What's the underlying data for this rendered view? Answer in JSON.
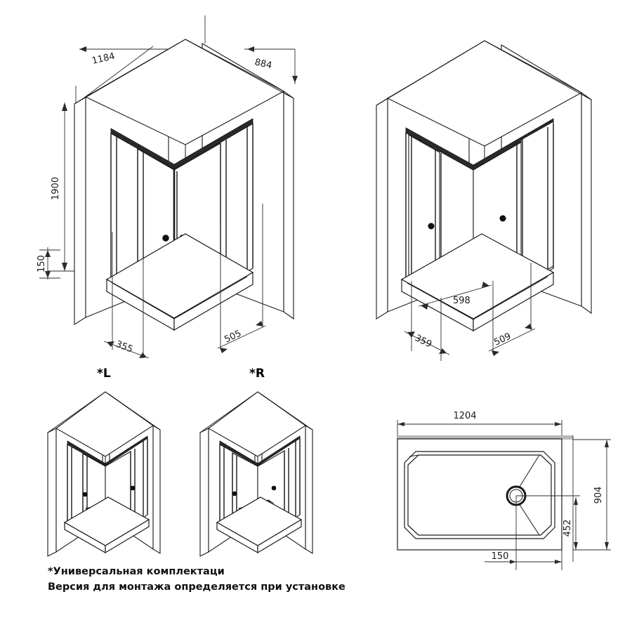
{
  "document": {
    "type": "technical-drawing",
    "subject": "Corner shower enclosure with sliding doors and rectangular tray",
    "background_color": "#ffffff",
    "line_color": "#1a1a1a"
  },
  "views": {
    "main_closed": {
      "name": "Isometric view - doors closed",
      "dimensions": {
        "top_left_width": "1184",
        "top_right_width": "884",
        "height": "1900",
        "tray_height": "150",
        "door_left_panel": "355",
        "door_right_panel": "505"
      }
    },
    "main_open": {
      "name": "Isometric view - doors open",
      "dimensions": {
        "opening": "598",
        "door_left_panel": "359",
        "door_right_panel": "509"
      }
    },
    "variant_left": {
      "name": "Left hand variant",
      "label": "*L"
    },
    "variant_right": {
      "name": "Right hand variant",
      "label": "*R"
    },
    "plan": {
      "name": "Shower tray plan view",
      "dimensions": {
        "width": "1204",
        "depth": "904",
        "drain_from_bottom": "452",
        "drain_from_right": "150"
      }
    }
  },
  "notes": {
    "line1": "*Универсальная комплектаци",
    "line2": "Версия для монтажа определяется при установке"
  }
}
